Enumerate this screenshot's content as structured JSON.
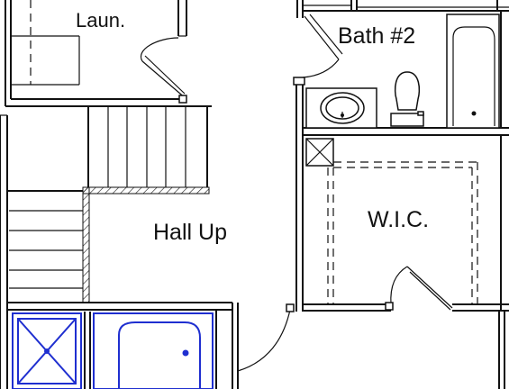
{
  "rooms": {
    "laundry": "Laun.",
    "bath2": "Bath #2",
    "hall": "Hall Up",
    "wic": "W.I.C."
  },
  "colors": {
    "line": "#111111",
    "fixture_highlight": "#1f2fd0",
    "background": "#ffffff"
  },
  "icons": [
    "door-swing-icon",
    "toilet-icon",
    "sink-icon",
    "bathtub-icon",
    "shower-icon",
    "stairs-icon",
    "attic-access-icon"
  ]
}
